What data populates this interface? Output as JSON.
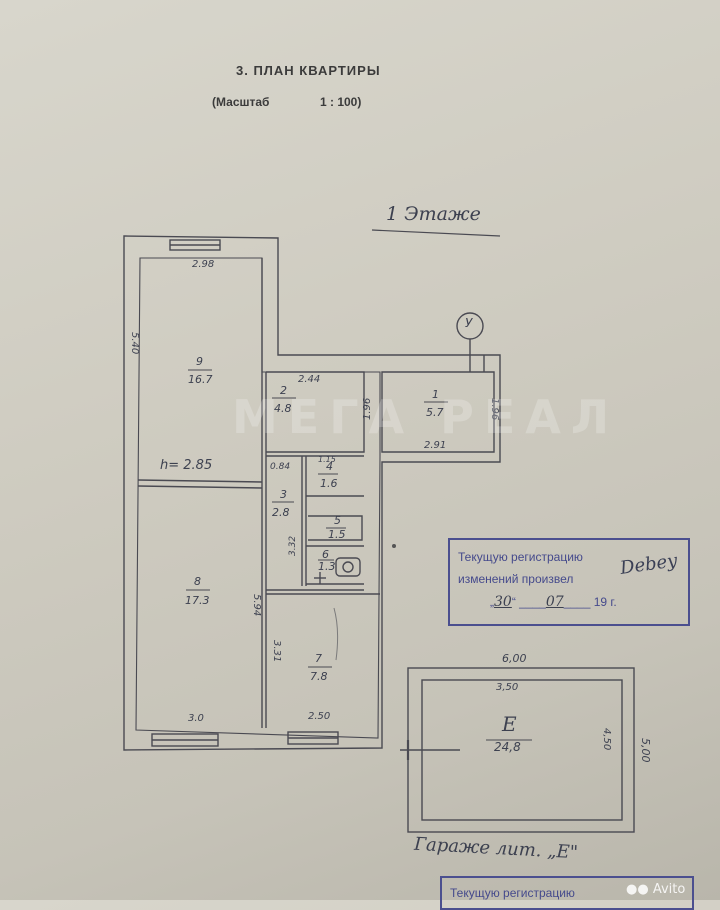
{
  "header": {
    "title": "3.  ПЛАН  КВАРТИРЫ",
    "scale_label": "(Масштаб",
    "scale_value": "1 : 100)"
  },
  "floor_label": "1 Этаже",
  "rooms": [
    {
      "id": "9",
      "area": "16.7"
    },
    {
      "id": "8",
      "area": "17.3"
    },
    {
      "id": "2",
      "area": "4.8"
    },
    {
      "id": "1",
      "area": "5.7"
    },
    {
      "id": "3",
      "area": "2.8"
    },
    {
      "id": "4",
      "area": "1.6"
    },
    {
      "id": "5",
      "area": "1.5"
    },
    {
      "id": "6",
      "area": "1.3"
    },
    {
      "id": "7",
      "area": "7.8"
    }
  ],
  "dimensions": {
    "top_width": "2.98",
    "left_height": "5.40",
    "ceiling": "h= 2.85",
    "room2_width": "2.44",
    "room2_height": "1.96",
    "room1_width": "2.91",
    "room1_height": "1.96",
    "room4_width": "1.15",
    "corridor": "0.84",
    "room6_h": "3.32",
    "room8_height": "5.94",
    "room7_height": "3.31",
    "bottom_left": "3.0",
    "bottom_right": "2.50"
  },
  "meter_marker": "У",
  "garage": {
    "letter": "Е",
    "area": "24,8",
    "outer_width": "6,00",
    "inner_width": "3,50",
    "inner_height": "4,50",
    "outer_height": "5,00",
    "caption": "Гараже лит. „Е\""
  },
  "stamp": {
    "line1": "Текущую регистрацию",
    "line2": "изменений произвел",
    "day": "30",
    "month": "07",
    "year_prefix": "19",
    "year_suffix": "г.",
    "signature": "Debey"
  },
  "stamp_bottom": {
    "line1": "Текущую регистрацию"
  },
  "watermark": "МЕГА РЕАЛ",
  "avito": "Avito",
  "colors": {
    "paper": "#d8d6cc",
    "ink": "#3d4150",
    "stamp_ink": "#454a8c"
  }
}
